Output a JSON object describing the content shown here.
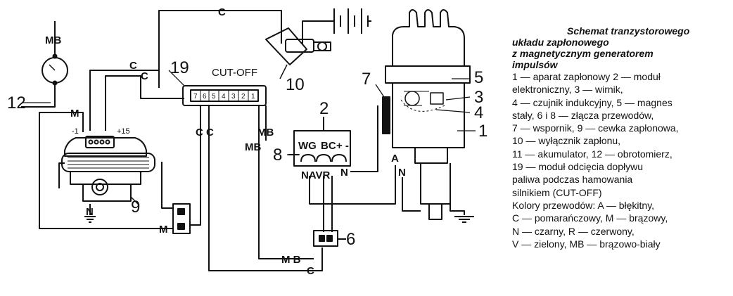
{
  "labels": {
    "n1": "1",
    "n2": "2",
    "n3": "3",
    "n4": "4",
    "n5": "5",
    "n6": "6",
    "n7": "7",
    "n8": "8",
    "n9": "9",
    "n10": "10",
    "n12": "12",
    "n19": "19",
    "cutoff": "CUT-OFF",
    "wires": {
      "c_top": "C",
      "mb_gauge": "MB",
      "c_left1": "C",
      "c_left2": "C",
      "m_left": "M",
      "cc": "C C",
      "mb_right": "MB",
      "mb_left": "MB",
      "wg": "WG",
      "bc": "BC",
      "plus_minus": "+ -",
      "navr": "NAVR",
      "n_mod": "N",
      "a_dist": "A",
      "n_dist": "N",
      "n_coil": "N",
      "m_conn": "M",
      "mb_bottom": "M B",
      "c_bottom": "C"
    },
    "coil_minus": "-1",
    "coil_plus": "+15",
    "pins": [
      "7",
      "6",
      "5",
      "4",
      "3",
      "2",
      "1"
    ]
  },
  "legend": {
    "title": [
      "Schemat tranzystorowego",
      "układu zapłonowego",
      "z magnetycznym generatorem",
      "impulsów"
    ],
    "lines": [
      "1 — aparat zapłonowy 2 — moduł",
      "elektroniczny, 3 — wirnik,",
      "4 — czujnik indukcyjny, 5 — magnes",
      "stały, 6 i 8 — złącza przewodów,",
      "7 — wspornik, 9 — cewka zapłonowa,",
      "10 — wyłącznik zapłonu,",
      "11 — akumulator, 12 — obrotomierz,",
      "19 — moduł odcięcia dopływu",
      "paliwa podczas hamowania",
      "silnikiem (CUT-OFF)",
      "Kolory przewodów: A — błękitny,",
      "C — pomarańczowy, M — brązowy,",
      "N — czarny, R — czerwony,",
      "V — zielony, MB — brązowo-biały"
    ]
  }
}
